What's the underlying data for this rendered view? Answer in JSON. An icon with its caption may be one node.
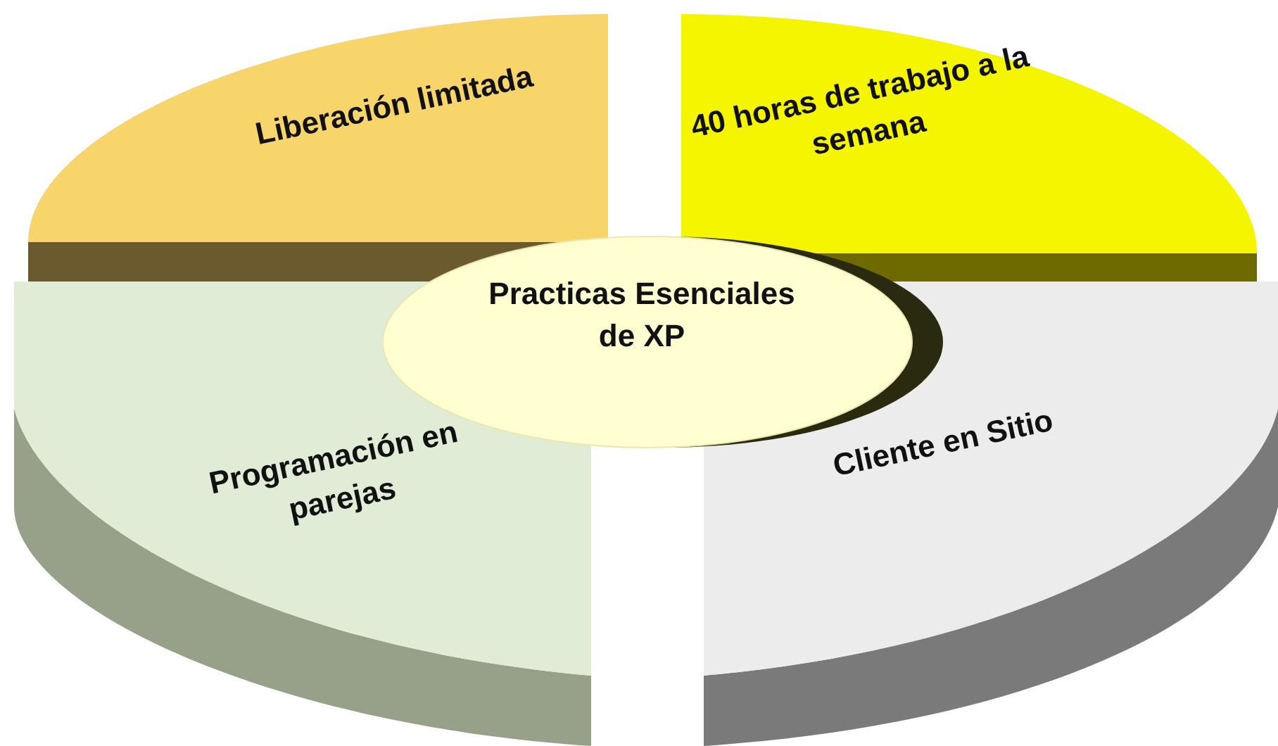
{
  "diagram": {
    "nodes": [
      {
        "text": [
          "Liberación limitada"
        ]
      },
      {
        "text": [
          "40 horas de trabajo a la semana"
        ]
      },
      {
        "text": [
          "Practicas Esenciales de XP"
        ]
      },
      {
        "text": [
          "Programación en parejas"
        ]
      },
      {
        "text": [
          "Cliente en Sitio"
        ]
      }
    ]
  }
}
